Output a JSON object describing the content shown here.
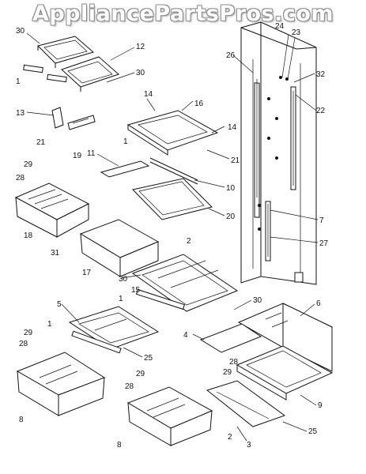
{
  "watermark": "AppliancePartsPros.com",
  "callouts": {
    "c30a": "30",
    "c12": "12",
    "c1a": "1",
    "c30b": "30",
    "c13": "13",
    "c21a": "21",
    "c19": "19",
    "c14a": "14",
    "c16": "16",
    "c1b": "1",
    "c14b": "14",
    "c21b": "21",
    "c11": "11",
    "c10": "10",
    "c20": "20",
    "c2a": "2",
    "c29a": "29",
    "c28a": "28",
    "c18": "18",
    "c31": "31",
    "c17": "17",
    "c24": "24",
    "c23": "23",
    "c26": "26",
    "c32": "32",
    "c22": "22",
    "c7": "7",
    "c27": "27",
    "c30c": "30",
    "c15": "15",
    "c1c": "1",
    "c30d": "30",
    "c5": "5",
    "c6": "6",
    "c1d": "1",
    "c4": "4",
    "c29b": "29",
    "c28b": "28",
    "c25a": "25",
    "c28c": "28",
    "c29c": "29",
    "c29d": "29",
    "c28d": "28",
    "c9": "9",
    "c8a": "8",
    "c8b": "8",
    "c2b": "2",
    "c3": "3",
    "c25b": "25"
  }
}
